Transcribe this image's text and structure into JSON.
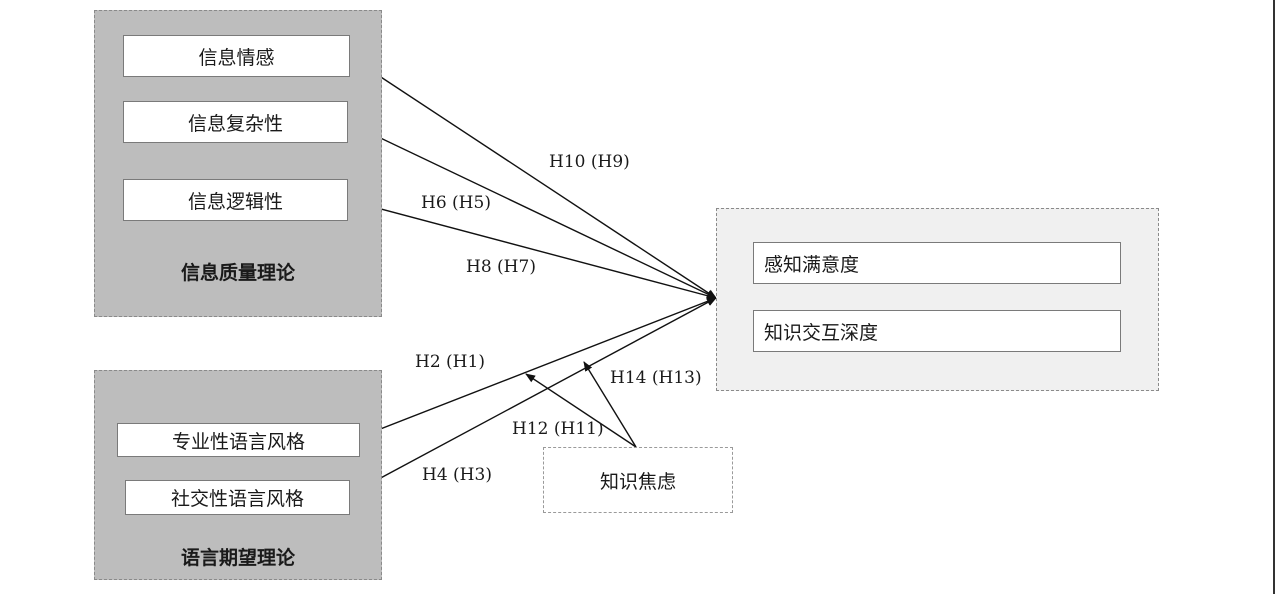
{
  "info_quality_group": {
    "title": "信息质量理论",
    "items": [
      "信息情感",
      "信息复杂性",
      "信息逻辑性"
    ]
  },
  "language_expectation_group": {
    "title": "语言期望理论",
    "items": [
      "专业性语言风格",
      "社交性语言风格"
    ]
  },
  "outcome_group": {
    "items": [
      "感知满意度",
      "知识交互深度"
    ]
  },
  "moderator": {
    "label": "知识焦虑"
  },
  "paths": {
    "h10_h9": "H10 (H9)",
    "h6_h5": "H6 (H5)",
    "h8_h7": "H8 (H7)",
    "h2_h1": "H2 (H1)",
    "h14_h13": "H14 (H13)",
    "h12_h11": "H12 (H11)",
    "h4_h3": "H4 (H3)"
  }
}
